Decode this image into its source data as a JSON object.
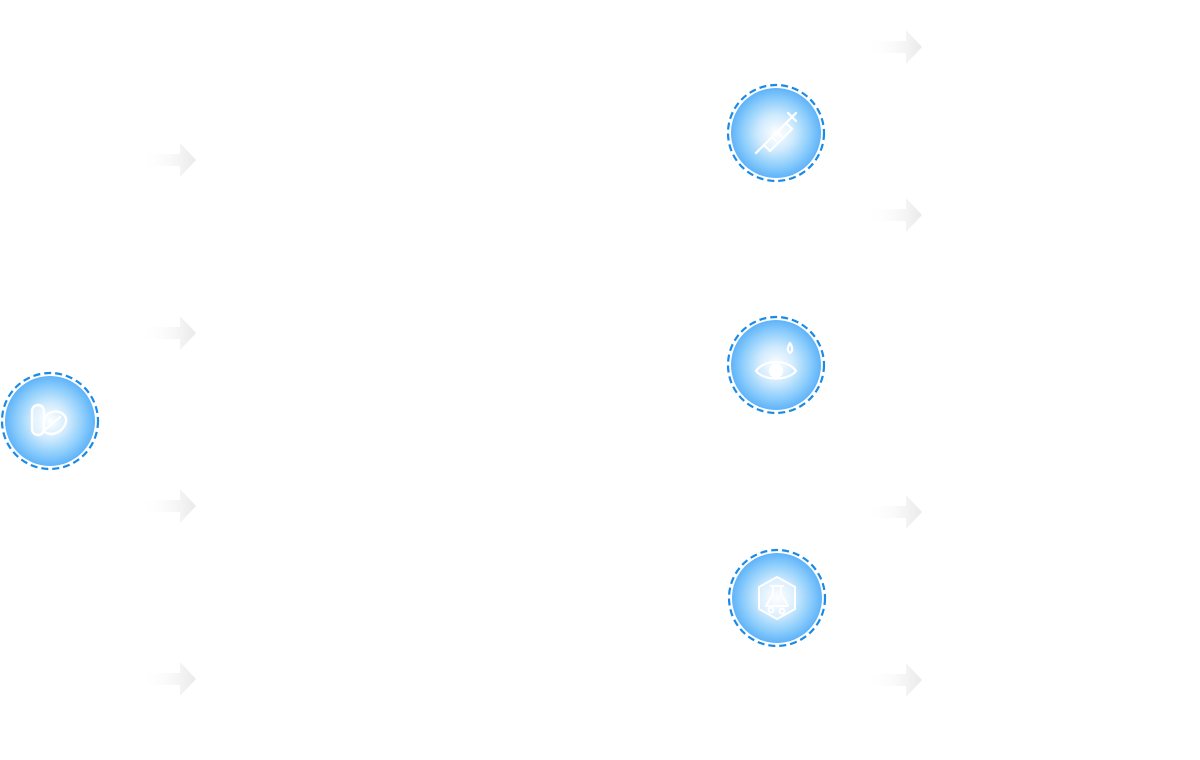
{
  "colors": {
    "node_ring": "#1a8ae6",
    "node_center": "#ffffff",
    "node_mid": "#a8dafc",
    "node_edge": "#62b6fa",
    "glyph": "#ffffff",
    "arrow_light": "#ffffff",
    "arrow_dark": "#ebebeb"
  },
  "nodes": [
    {
      "id": "pill",
      "icon": "pill-capsule-icon"
    },
    {
      "id": "syringe",
      "icon": "syringe-icon"
    },
    {
      "id": "eye",
      "icon": "eye-drop-icon"
    },
    {
      "id": "lab",
      "icon": "lab-flask-hexagon-icon"
    }
  ],
  "arrows_left_count": 4,
  "arrows_right_count": 4
}
